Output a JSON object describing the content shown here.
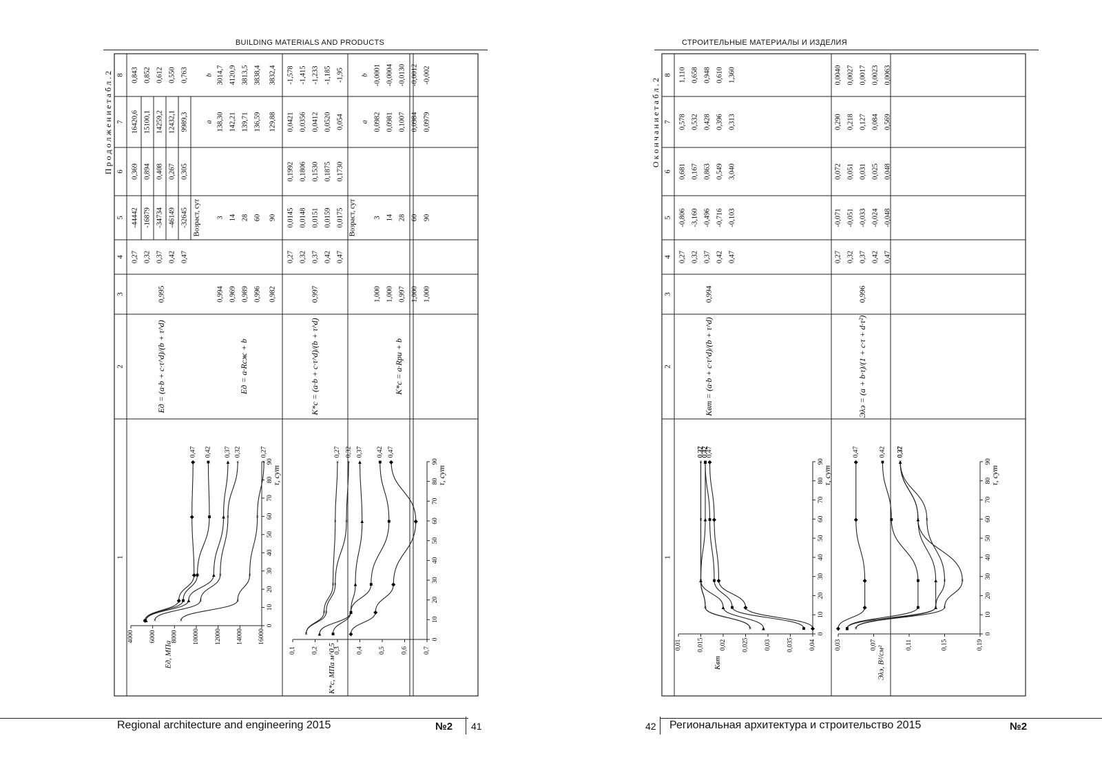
{
  "left_page": {
    "running_head": "BUILDING MATERIALS AND PRODUCTS",
    "footer": "Regional architecture and engineering 2015",
    "issue": "№2",
    "page_number": "41",
    "table_caption": "П р о д о л ж е н и е   т а б л .  2",
    "col_headers": [
      "1",
      "2",
      "3",
      "4",
      "5",
      "6",
      "7",
      "8"
    ],
    "block1": {
      "formula": "Eд = (a·b + c·τ^d)/(b + τ^d)",
      "r": "0,995",
      "rows": [
        [
          "0,27",
          "-44442",
          "0,369",
          "16420,6",
          "0,843"
        ],
        [
          "0,32",
          "-16879",
          "0,894",
          "15100,1",
          "0,852"
        ],
        [
          "0,37",
          "-34734",
          "0,408",
          "14259,2",
          "0,612"
        ],
        [
          "0,42",
          "-46149",
          "0,267",
          "12432,1",
          "0,550"
        ],
        [
          "0,47",
          "-32645",
          "0,305",
          "9989,3",
          "0,763"
        ]
      ]
    },
    "block2": {
      "formula": "Eд = a·Rсж + b",
      "age_label": "Возраст, сут",
      "a_label": "a",
      "b_label": "b",
      "rows": [
        [
          "0,994",
          "3",
          "138,30",
          "3014,7"
        ],
        [
          "0,969",
          "14",
          "142,21",
          "4120,9"
        ],
        [
          "0,989",
          "28",
          "139,71",
          "3813,5"
        ],
        [
          "0,996",
          "60",
          "136,59",
          "3838,4"
        ],
        [
          "0,982",
          "90",
          "129,88",
          "3832,4"
        ]
      ]
    },
    "block3": {
      "formula": "K*c = (a·b + c·τ^d)/(b + τ^d)",
      "r": "0,997",
      "rows": [
        [
          "0,27",
          "0,0145",
          "0,1992",
          "0,0421",
          "-1,578"
        ],
        [
          "0,32",
          "0,0148",
          "0,1806",
          "0,0356",
          "-1,415"
        ],
        [
          "0,37",
          "0,0151",
          "0,1530",
          "0,0412",
          "-1,233"
        ],
        [
          "0,42",
          "0,0159",
          "0,1875",
          "0,0520",
          "-1,185"
        ],
        [
          "0,47",
          "0,0175",
          "0,1730",
          "0,054",
          "-1,95"
        ]
      ]
    },
    "block4": {
      "formula": "K*c = a·Rри + b",
      "age_label": "Возраст, сут",
      "a_label": "a",
      "b_label": "b",
      "rows": [
        [
          "1,000",
          "3",
          "0,0982",
          "-0,0001"
        ],
        [
          "1,000",
          "14",
          "0,0981",
          "-0,0004"
        ],
        [
          "0,997",
          "28",
          "0,1007",
          "-0,0130"
        ],
        [
          "1,000",
          "60",
          "0,0984",
          "-0,0012"
        ],
        [
          "1,000",
          "90",
          "0,0979",
          "-0,002"
        ]
      ]
    }
  },
  "right_page": {
    "running_head": "СТРОИТЕЛЬНЫЕ МАТЕРИАЛЫ И ИЗДЕЛИЯ",
    "footer": "Региональная архитектура и строительство 2015",
    "issue": "№2",
    "page_number": "42",
    "table_caption": "О к о н ч а н и е   т а б л .  2",
    "col_headers": [
      "1",
      "2",
      "3",
      "4",
      "5",
      "6",
      "7",
      "8"
    ],
    "block1": {
      "formula": "Kвт = (a·b + c·τ^d)/(b + τ^d)",
      "r": "0,994",
      "rows": [
        [
          "0,27",
          "-0,806",
          "0,681",
          "0,578",
          "1,110"
        ],
        [
          "0,32",
          "-3,160",
          "0,167",
          "0,532",
          "0,658"
        ],
        [
          "0,37",
          "-0,496",
          "0,863",
          "0,428",
          "0,948"
        ],
        [
          "0,42",
          "-0,716",
          "0,549",
          "0,396",
          "0,610"
        ],
        [
          "0,47",
          "-0,103",
          "3,040",
          "0,313",
          "1,360"
        ]
      ]
    },
    "block2": {
      "formula": "Эλэ = (a + b·τ)/(1 + c·τ + d·τ²)",
      "r": "0,996",
      "rows": [
        [
          "0,27",
          "-0,071",
          "0,072",
          "0,290",
          "0,0040"
        ],
        [
          "0,32",
          "-0,051",
          "0,051",
          "0,218",
          "0,0027"
        ],
        [
          "0,37",
          "-0,033",
          "0,031",
          "0,127",
          "0,0017"
        ],
        [
          "0,42",
          "-0,024",
          "0,025",
          "0,084",
          "0,0023"
        ],
        [
          "0,47",
          "-0,048",
          "0,048",
          "0,569",
          "0,0063"
        ]
      ]
    }
  },
  "chart_data": [
    {
      "type": "line",
      "ylabel": "Eд, МПа",
      "xlabel": "τ, сут",
      "x_ticks": [
        "0",
        "10",
        "20",
        "30",
        "40",
        "50",
        "60",
        "70",
        "80",
        "90"
      ],
      "y_ticks": [
        "4000",
        "6000",
        "8000",
        "10000",
        "12000",
        "14000",
        "16000"
      ],
      "xlim": [
        0,
        90
      ],
      "ylim": [
        4000,
        16000
      ],
      "series": [
        {
          "name": "0,27",
          "x": [
            3,
            14,
            28,
            60,
            90
          ],
          "y": [
            8600,
            13800,
            14900,
            15600,
            16200
          ]
        },
        {
          "name": "0,32",
          "x": [
            3,
            14,
            28,
            60,
            90
          ],
          "y": [
            6200,
            10400,
            12200,
            12900,
            13800
          ]
        },
        {
          "name": "0,37",
          "x": [
            3,
            14,
            28,
            60,
            90
          ],
          "y": [
            5400,
            9300,
            11600,
            12500,
            12900
          ]
        },
        {
          "name": "0,42",
          "x": [
            3,
            14,
            28,
            60,
            90
          ],
          "y": [
            5300,
            8800,
            10100,
            11200,
            11100
          ]
        },
        {
          "name": "0,47",
          "x": [
            3,
            14,
            28,
            60,
            90
          ],
          "y": [
            5300,
            8400,
            9800,
            9600,
            9700
          ]
        }
      ]
    },
    {
      "type": "line",
      "ylabel": "K*c, МПа м^0,5",
      "xlabel": "τ, сут",
      "x_ticks": [
        "0",
        "10",
        "20",
        "30",
        "40",
        "50",
        "60",
        "70",
        "80",
        "90"
      ],
      "y_ticks": [
        "0,1",
        "0,2",
        "0,3",
        "0,4",
        "0,5",
        "0,6",
        "0,7"
      ],
      "xlim": [
        0,
        90
      ],
      "ylim": [
        0.1,
        0.7
      ],
      "series": [
        {
          "name": "0,27",
          "x": [
            3,
            14,
            28,
            60,
            90
          ],
          "y": [
            0.16,
            0.24,
            0.28,
            0.29,
            0.3
          ]
        },
        {
          "name": "0,32",
          "x": [
            3,
            14,
            28,
            60,
            90
          ],
          "y": [
            0.16,
            0.25,
            0.29,
            0.34,
            0.35
          ]
        },
        {
          "name": "0,37",
          "x": [
            3,
            14,
            28,
            60,
            90
          ],
          "y": [
            0.22,
            0.36,
            0.38,
            0.41,
            0.4
          ]
        },
        {
          "name": "0,42",
          "x": [
            3,
            14,
            28,
            60,
            90
          ],
          "y": [
            0.28,
            0.36,
            0.45,
            0.53,
            0.49
          ]
        },
        {
          "name": "0,47",
          "x": [
            3,
            14,
            28,
            60,
            90
          ],
          "y": [
            0.36,
            0.47,
            0.55,
            0.65,
            0.54
          ]
        }
      ]
    },
    {
      "type": "line",
      "ylabel": "Kвт",
      "xlabel": "τ, сут",
      "x_ticks": [
        "0",
        "10",
        "20",
        "30",
        "40",
        "50",
        "60",
        "70",
        "80",
        "90"
      ],
      "y_ticks": [
        "0,01",
        "0,015",
        "0,02",
        "0,025",
        "0,03",
        "0,035",
        "0,04"
      ],
      "xlim": [
        0,
        90
      ],
      "ylim": [
        0.01,
        0.04
      ],
      "series": [
        {
          "name": "0,27",
          "x": [
            3,
            14,
            28,
            60,
            90
          ],
          "y": [
            0.026,
            0.016,
            0.015,
            0.015,
            0.015
          ]
        },
        {
          "name": "0,32",
          "x": [
            3,
            14,
            28,
            60,
            90
          ],
          "y": [
            0.026,
            0.016,
            0.015,
            0.015,
            0.015
          ]
        },
        {
          "name": "0,37",
          "x": [
            3,
            14,
            28,
            60,
            90
          ],
          "y": [
            0.029,
            0.02,
            0.015,
            0.016,
            0.016
          ]
        },
        {
          "name": "0,42",
          "x": [
            3,
            14,
            28,
            60,
            90
          ],
          "y": [
            0.038,
            0.022,
            0.018,
            0.017,
            0.016
          ]
        },
        {
          "name": "0,47",
          "x": [
            3,
            14,
            28,
            60,
            90
          ],
          "y": [
            0.04,
            0.025,
            0.019,
            0.018,
            0.017
          ]
        }
      ]
    },
    {
      "type": "line",
      "ylabel": "Эλэ, В²/см²",
      "xlabel": "τ, сут",
      "x_ticks": [
        "0",
        "10",
        "20",
        "30",
        "40",
        "50",
        "60",
        "70",
        "80",
        "90"
      ],
      "y_ticks": [
        "0,03",
        "0,07",
        "0,11",
        "0,15",
        "0,19"
      ],
      "xlim": [
        0,
        90
      ],
      "ylim": [
        0.03,
        0.19
      ],
      "series": [
        {
          "name": "0,27",
          "x": [
            3,
            14,
            28,
            60,
            90
          ],
          "y": [
            0.05,
            0.15,
            0.17,
            0.12,
            0.1
          ]
        },
        {
          "name": "0,32",
          "x": [
            3,
            14,
            28,
            60,
            90
          ],
          "y": [
            0.05,
            0.14,
            0.15,
            0.13,
            0.1
          ]
        },
        {
          "name": "0,37",
          "x": [
            3,
            14,
            28,
            60,
            90
          ],
          "y": [
            0.04,
            0.14,
            0.14,
            0.12,
            0.1
          ]
        },
        {
          "name": "0,42",
          "x": [
            3,
            14,
            28,
            60,
            90
          ],
          "y": [
            0.04,
            0.12,
            0.12,
            0.09,
            0.08
          ]
        },
        {
          "name": "0,47",
          "x": [
            3,
            14,
            28,
            60,
            90
          ],
          "y": [
            0.03,
            0.06,
            0.06,
            0.05,
            0.05
          ]
        }
      ]
    }
  ]
}
